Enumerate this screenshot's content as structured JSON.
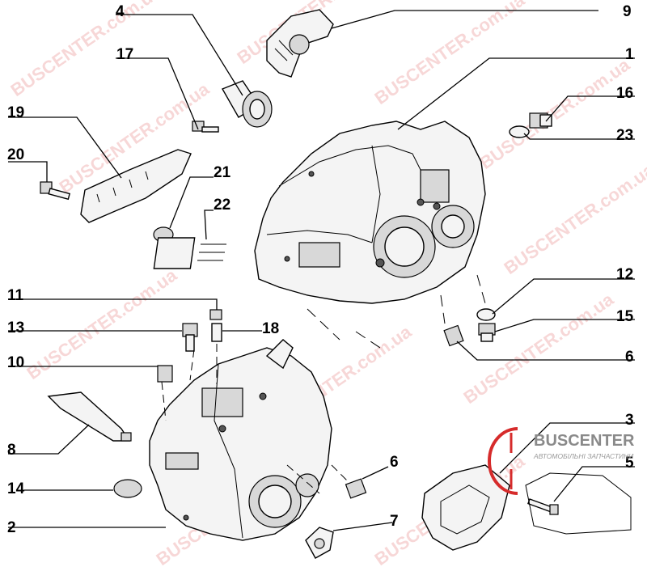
{
  "callouts": {
    "c1": "1",
    "c2": "2",
    "c3": "3",
    "c4": "4",
    "c5": "5",
    "c6a": "6",
    "c6b": "6",
    "c7": "7",
    "c8": "8",
    "c9": "9",
    "c10": "10",
    "c11": "11",
    "c12": "12",
    "c13": "13",
    "c14": "14",
    "c15": "15",
    "c16": "16",
    "c17": "17",
    "c18": "18",
    "c19": "19",
    "c20": "20",
    "c21": "21",
    "c22": "22",
    "c23": "23"
  },
  "watermark": {
    "brand": "BUSCENTER",
    "domain": ".com.ua"
  },
  "logo": {
    "name": "BUSCENTER",
    "tagline": "АВТОМОБІЛЬНІ ЗАПЧАСТИНИ"
  },
  "colors": {
    "watermark": "#f1b8b8",
    "logo_accent": "#d62b2b",
    "logo_text": "#8a8a8a",
    "line": "#000000"
  }
}
